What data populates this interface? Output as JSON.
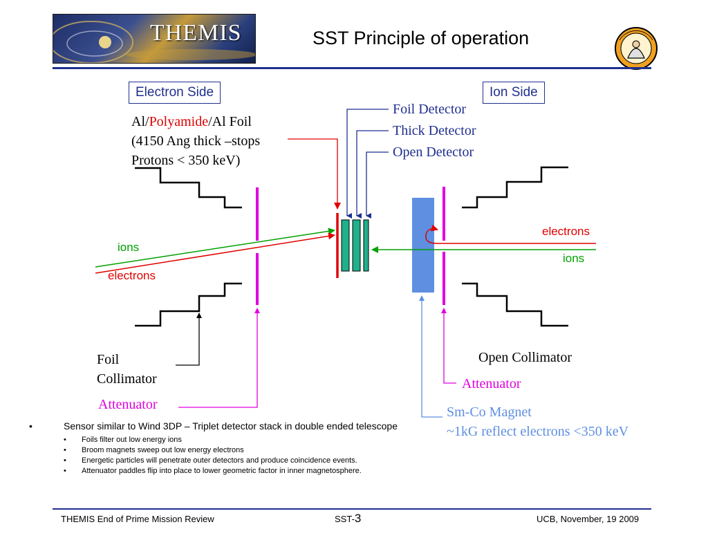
{
  "header": {
    "logo_text": "THEMIS",
    "title": "SST Principle of operation"
  },
  "diagram": {
    "electron_side": "Electron Side",
    "ion_side": "Ion Side",
    "foil_label_prefix": "Al/",
    "foil_label_mid": "Polyamide",
    "foil_label_suffix": "/Al Foil",
    "foil_line2": "(4150 Ang thick –stops",
    "foil_line3": "Protons < 350 keV)",
    "foil_detector": "Foil Detector",
    "thick_detector": "Thick Detector",
    "open_detector": "Open Detector",
    "ions_left": "ions",
    "electrons_left": "electrons",
    "electrons_right": "electrons",
    "ions_right": "ions",
    "foil_collimator_1": "Foil",
    "foil_collimator_2": "Collimator",
    "attenuator_left": "Attenuator",
    "open_collimator": "Open Collimator",
    "attenuator_right": "Attenuator",
    "magnet_1": "Sm-Co Magnet",
    "magnet_2": "~1kG reflect electrons <350 keV"
  },
  "bullets": {
    "main": "Sensor similar to Wind 3DP – Triplet detector stack in double ended telescope",
    "sub": [
      "Foils filter out low energy ions",
      "Broom magnets sweep out low energy electrons",
      "Energetic particles will penetrate outer detectors and produce coincidence events.",
      "Attenuator paddles flip into place to lower geometric factor in inner magnetosphere."
    ]
  },
  "footer": {
    "left": "THEMIS End of Prime Mission Review",
    "center_prefix": "SST-",
    "center_num": "3",
    "right": "UCB, November, 19 2009"
  },
  "colors": {
    "navy": "#1f2f8f",
    "red": "#e00000",
    "green": "#00a000",
    "magenta": "#e000e0",
    "teal": "#20b08a",
    "magnet_blue": "#5e8fe0"
  }
}
